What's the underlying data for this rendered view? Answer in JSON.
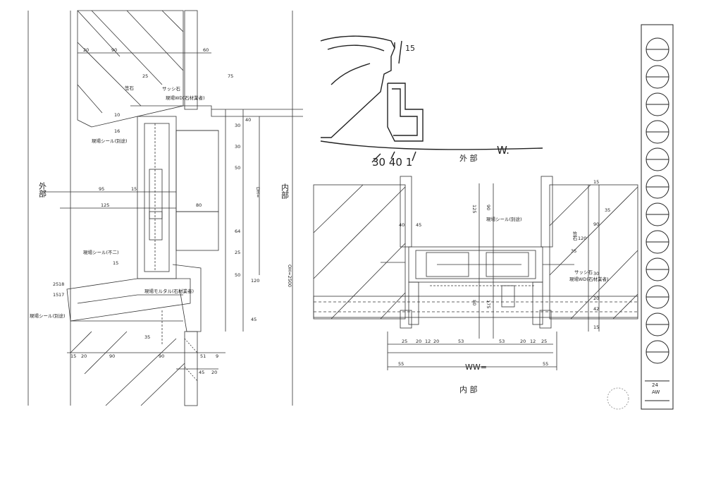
{
  "sheet": {
    "page_no": "24",
    "page_code": "AW"
  },
  "labels": {
    "exterior": "外部",
    "interior": "内部",
    "ext_short": "外",
    "int_bottom": "内 部",
    "ext_top": "外 部",
    "dh": "DH=",
    "ww": "WW=",
    "oh": "OH=2500"
  },
  "left_section": {
    "dims_top": [
      "20",
      "90",
      "60"
    ],
    "dims_left": [
      "10",
      "25",
      "16",
      "15",
      "25",
      "15",
      "18",
      "17"
    ],
    "dims_mid": [
      "95",
      "15",
      "125",
      "80",
      "35"
    ],
    "dims_right": [
      "40",
      "75",
      "30",
      "30",
      "50",
      "64",
      "25",
      "50",
      "120",
      "45"
    ],
    "dims_bottom": [
      "15",
      "20",
      "90",
      "90",
      "51",
      "9",
      "45",
      "20"
    ],
    "callouts": {
      "kasagi": "笠石",
      "sash_stone": "サッシ石",
      "site_wd": "現場WD(石材業者)",
      "site_seal_a": "現場シール(別途)",
      "site_seal_b": "現場シール(不二)",
      "site_seal_c": "現場シール(別途)",
      "site_seal_d": "現場モルタル(石材業者)"
    }
  },
  "right_section": {
    "sketch_note": "30 40 1",
    "sketch_mark": "15",
    "sketch_tag": "W.",
    "dims_top": [
      "40",
      "45",
      "35",
      "120"
    ],
    "dims_right": [
      "15",
      "90",
      "30",
      "35",
      "20",
      "42",
      "15"
    ],
    "dims_bottom": [
      "25",
      "20",
      "12",
      "20",
      "53",
      "53",
      "20",
      "12",
      "25"
    ],
    "dims_outer": [
      "55",
      "55"
    ],
    "dims_mid": [
      "125",
      "80",
      "90",
      "175"
    ],
    "callouts": {
      "site_seal": "現場シール(別途)",
      "kasagi": "笠石",
      "sash_stone": "サッシ石",
      "site_wd": "現場WD(石材業者)"
    }
  }
}
